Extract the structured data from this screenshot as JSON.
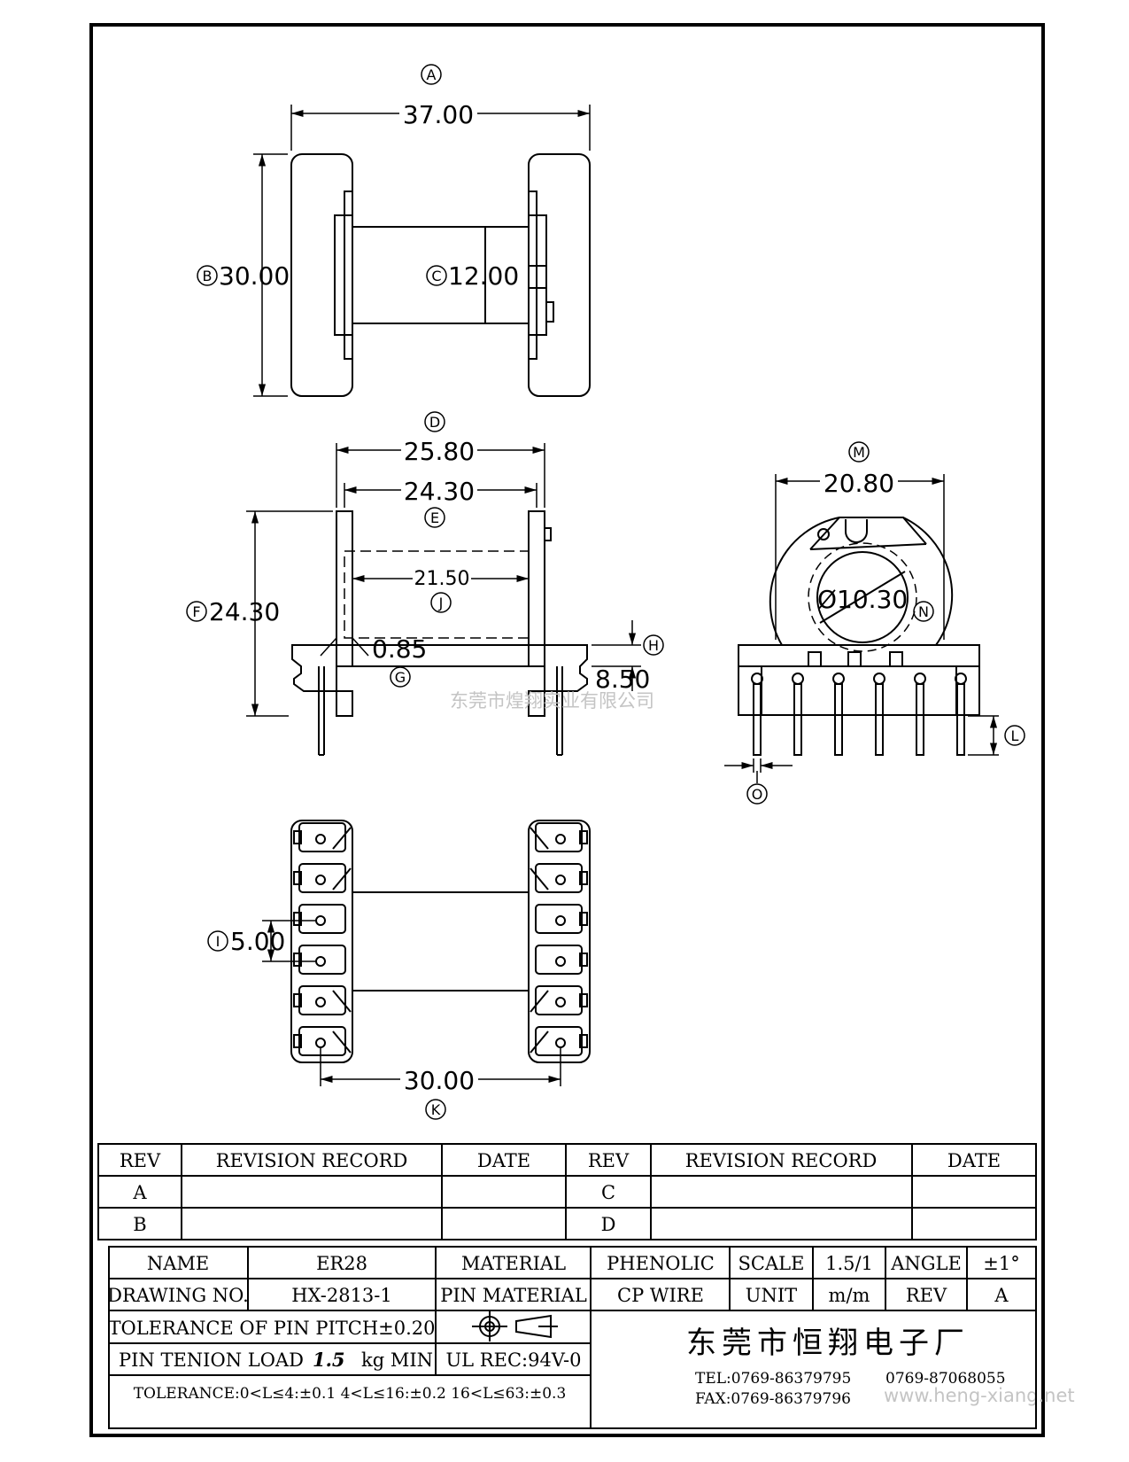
{
  "views": {
    "top": {
      "dims": {
        "A": "37.00",
        "B": "30.00",
        "C": "12.00"
      },
      "callouts": {
        "A": "A",
        "B": "B",
        "C": "C"
      }
    },
    "side": {
      "dims": {
        "D": "25.80",
        "E": "24.30",
        "F": "24.30",
        "G": "0.85",
        "H": "8.50",
        "J": "21.50"
      },
      "callouts": {
        "D": "D",
        "E": "E",
        "F": "F",
        "G": "G",
        "H": "H",
        "J": "J"
      }
    },
    "end": {
      "dims": {
        "M": "20.80",
        "N": "Ø10.30"
      },
      "callouts": {
        "M": "M",
        "N": "N",
        "L": "L",
        "O": "O"
      }
    },
    "bottom": {
      "dims": {
        "I": "5.00",
        "K": "30.00"
      },
      "callouts": {
        "I": "I",
        "K": "K"
      }
    }
  },
  "watermarks": {
    "center": "东莞市煌翔实业有限公司",
    "corner": "www.heng-xiang.net"
  },
  "revision_table": {
    "headers": [
      "REV",
      "REVISION RECORD",
      "DATE",
      "REV",
      "REVISION RECORD",
      "DATE"
    ],
    "left_revs": [
      "A",
      "B"
    ],
    "right_revs": [
      "C",
      "D"
    ]
  },
  "title_block": {
    "name_label": "NAME",
    "name": "ER28",
    "material_label": "MATERIAL",
    "material": "PHENOLIC",
    "scale_label": "SCALE",
    "scale": "1.5/1",
    "angle_label": "ANGLE",
    "angle": "±1°",
    "drawing_no_label": "DRAWING NO.",
    "drawing_no": "HX-2813-1",
    "pin_material_label": "PIN MATERIAL",
    "pin_material": "CP WIRE",
    "unit_label": "UNIT",
    "unit": "m/m",
    "rev_label": "REV",
    "rev": "A",
    "pin_pitch_tolerance": "TOLERANCE OF PIN PITCH±0.20",
    "pin_load_label": "PIN TENION LOAD",
    "pin_load_value": "1.5",
    "pin_load_unit": "kg MIN",
    "ul_rec": "UL REC:94V-0",
    "tolerance_line": "TOLERANCE:0<L≤4:±0.1  4<L≤16:±0.2  16<L≤63:±0.3",
    "company": "东莞市恒翔电子厂",
    "tel1": "TEL:0769-86379795",
    "tel2": "0769-87068055",
    "fax": "FAX:0769-86379796"
  }
}
